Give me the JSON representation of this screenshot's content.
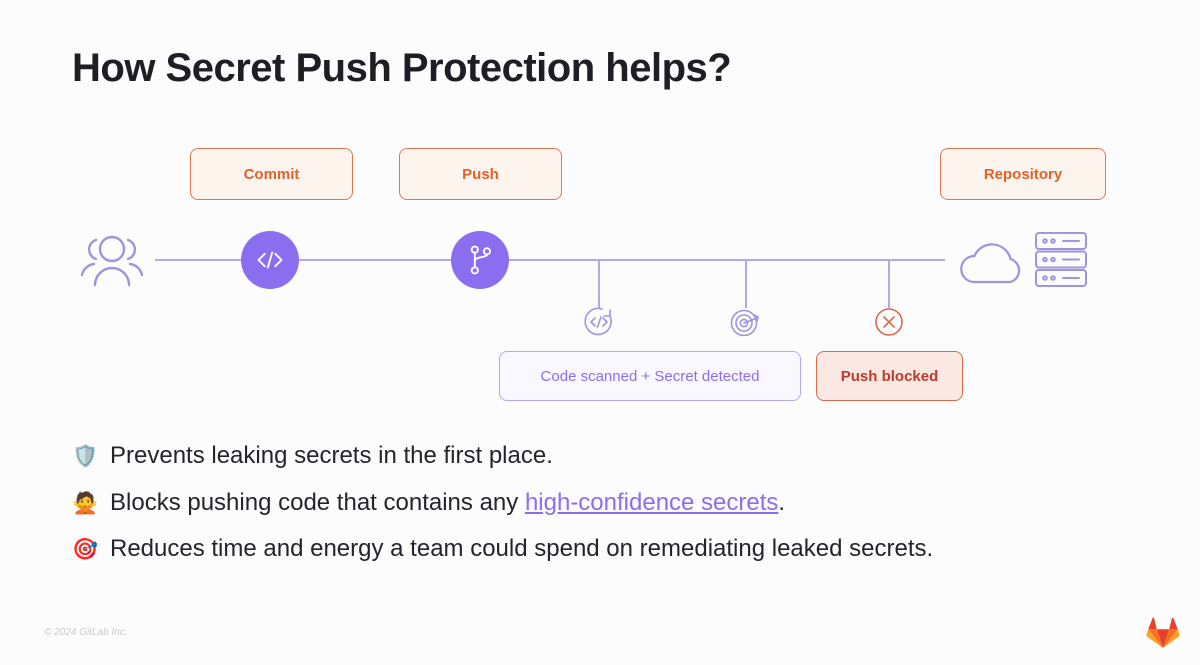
{
  "slide": {
    "title": "How Secret Push Protection helps?",
    "background_color": "#fcfcfd"
  },
  "diagram": {
    "stages": [
      {
        "label": "Commit",
        "icon": "code-brackets-icon"
      },
      {
        "label": "Push",
        "icon": "git-branch-icon"
      },
      {
        "label": "Repository",
        "icon": "cloud-server-icon"
      }
    ],
    "actor": {
      "icon": "users-group-icon"
    },
    "steps": [
      {
        "icon": "code-scan-icon",
        "name": "code-scanned"
      },
      {
        "icon": "target-arrow-icon",
        "name": "secret-detected"
      },
      {
        "icon": "x-circle-icon",
        "name": "push-blocked"
      }
    ],
    "results": [
      {
        "label": "Code scanned  + Secret detected",
        "style": "purple"
      },
      {
        "label": "Push blocked",
        "style": "red"
      }
    ],
    "colors": {
      "stage_border": "#e0784f",
      "stage_fill": "#fdf4ed",
      "stage_text": "#e2622c",
      "node_purple": "#8b6ef0",
      "line_purple": "#b5a8e8",
      "result_purple_text": "#8b6ef0",
      "result_red_text": "#c0392b",
      "result_red_fill": "#fbe8e2",
      "result_red_border": "#d9684c"
    }
  },
  "bullets": [
    {
      "emoji": "🛡️",
      "emoji_name": "shield-emoji",
      "text_before": "Prevents leaking secrets in the first place.",
      "link": "",
      "text_after": ""
    },
    {
      "emoji": "🙅",
      "emoji_name": "person-gesturing-no-emoji",
      "text_before": "Blocks pushing code that contains any ",
      "link": "high-confidence secrets",
      "text_after": "."
    },
    {
      "emoji": "🎯",
      "emoji_name": "target-emoji",
      "text_before": "Reduces time and energy a team could spend on remediating leaked secrets.",
      "link": "",
      "text_after": ""
    }
  ],
  "footer": {
    "copyright": "© 2024 GitLab Inc.",
    "logo_name": "gitlab-tanuki-logo"
  }
}
